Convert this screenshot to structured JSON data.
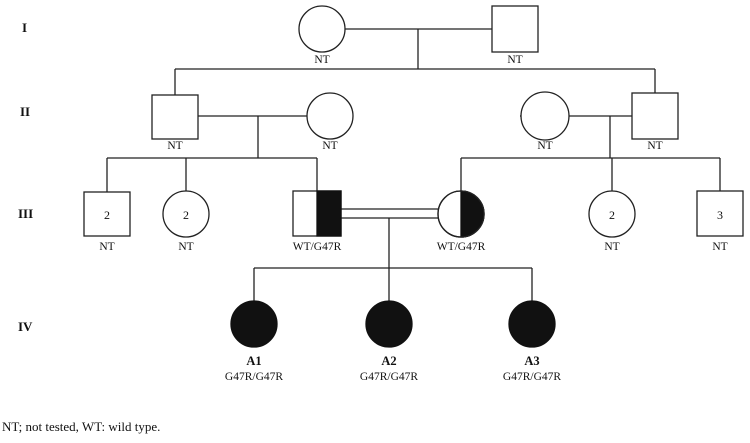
{
  "generations": [
    "I",
    "II",
    "III",
    "IV"
  ],
  "colors": {
    "affected": "#111111",
    "line": "#222222",
    "background": "#ffffff"
  },
  "individuals": {
    "I_1": {
      "sex": "female",
      "status": "NT"
    },
    "I_2": {
      "sex": "male",
      "status": "NT"
    },
    "II_1": {
      "sex": "male",
      "status": "NT"
    },
    "II_2": {
      "sex": "female",
      "status": "NT"
    },
    "II_3": {
      "sex": "female",
      "status": "NT"
    },
    "II_4": {
      "sex": "male",
      "status": "NT"
    },
    "III_1": {
      "sex": "male",
      "count": "2",
      "status": "NT"
    },
    "III_2": {
      "sex": "female",
      "count": "2",
      "status": "NT"
    },
    "III_3": {
      "sex": "male",
      "carrier": true,
      "status": "WT/G47R"
    },
    "III_4": {
      "sex": "female",
      "carrier": true,
      "status": "WT/G47R"
    },
    "III_5": {
      "sex": "female",
      "count": "2",
      "status": "NT"
    },
    "III_6": {
      "sex": "male",
      "count": "3",
      "status": "NT"
    },
    "IV_1": {
      "sex": "female",
      "affected": true,
      "id": "A1",
      "status": "G47R/G47R"
    },
    "IV_2": {
      "sex": "female",
      "affected": true,
      "id": "A2",
      "status": "G47R/G47R"
    },
    "IV_3": {
      "sex": "female",
      "affected": true,
      "id": "A3",
      "status": "G47R/G47R"
    }
  },
  "footnote": "NT; not tested, WT: wild type."
}
